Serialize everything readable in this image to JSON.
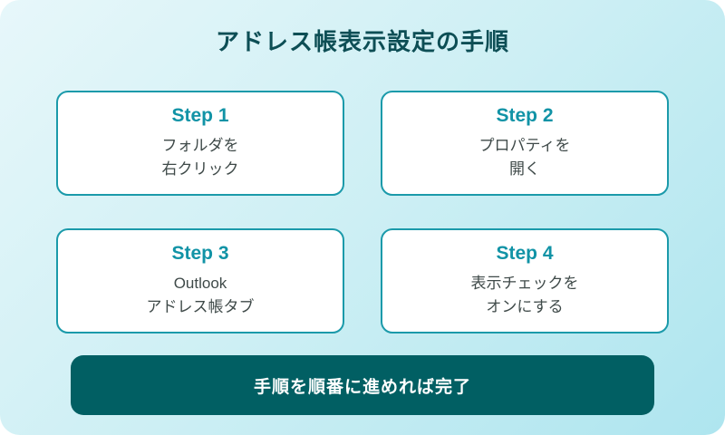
{
  "page": {
    "title": "アドレス帳表示設定の手順",
    "footer": "手順を順番に進めれば完了"
  },
  "steps": [
    {
      "label": "Step 1",
      "text": "フォルダを\n右クリック"
    },
    {
      "label": "Step 2",
      "text": "プロパティを\n開く"
    },
    {
      "label": "Step 3",
      "text": "Outlook\nアドレス帳タブ"
    },
    {
      "label": "Step 4",
      "text": "表示チェックを\nオンにする"
    }
  ],
  "colors": {
    "card_border": "#1b9aaa",
    "step_label": "#1193a6",
    "title_text": "#0d4e55",
    "body_text": "#3f4a49",
    "banner_bg": "#015f63",
    "banner_text": "#ffffff",
    "bg_gradient_start": "#e7f7fa",
    "bg_gradient_end": "#aee5ef"
  }
}
